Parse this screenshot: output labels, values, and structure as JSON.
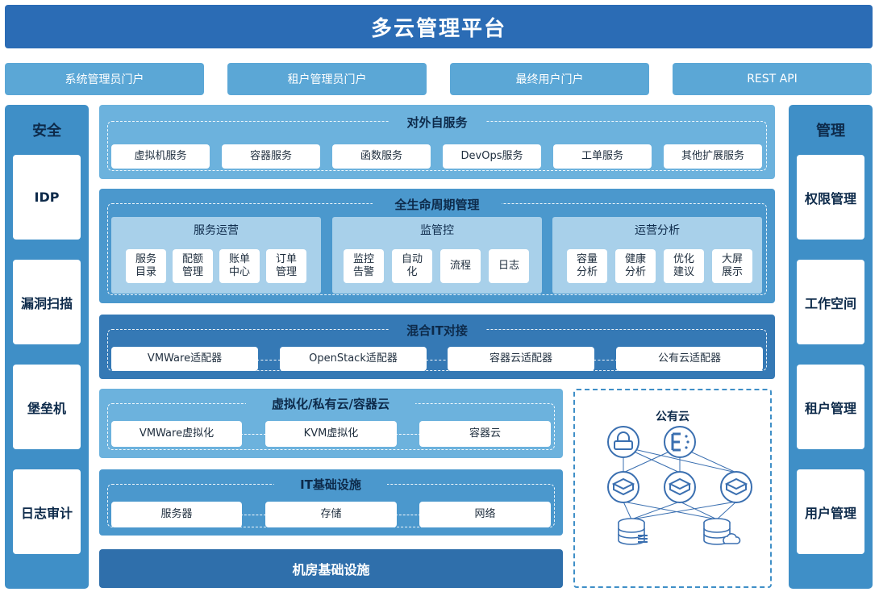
{
  "title": "多云管理平台",
  "portals": [
    "系统管理员门户",
    "租户管理员门户",
    "最终用户门户",
    "REST API"
  ],
  "left": {
    "title": "安全",
    "items": [
      "IDP",
      "漏洞扫描",
      "堡垒机",
      "日志审计"
    ]
  },
  "right": {
    "title": "管理",
    "items": [
      "权限管理",
      "工作空间",
      "租户管理",
      "用户管理"
    ]
  },
  "self_service": {
    "title": "对外自服务",
    "items": [
      "虚拟机服务",
      "容器服务",
      "函数服务",
      "DevOps服务",
      "工单服务",
      "其他扩展服务"
    ]
  },
  "lifecycle": {
    "title": "全生命周期管理",
    "groups": [
      {
        "title": "服务运营",
        "items": [
          "服务\n目录",
          "配额\n管理",
          "账单\n中心",
          "订单\n管理"
        ]
      },
      {
        "title": "监管控",
        "items": [
          "监控\n告警",
          "自动\n化",
          "流程",
          "日志"
        ]
      },
      {
        "title": "运营分析",
        "items": [
          "容量\n分析",
          "健康\n分析",
          "优化\n建议",
          "大屏\n展示"
        ]
      }
    ]
  },
  "hybrid": {
    "title": "混合IT对接",
    "items": [
      "VMWare适配器",
      "OpenStack适配器",
      "容器云适配器",
      "公有云适配器"
    ]
  },
  "virtual": {
    "title": "虚拟化/私有云/容器云",
    "items": [
      "VMWare虚拟化",
      "KVM虚拟化",
      "容器云"
    ]
  },
  "infra": {
    "title": "IT基础设施",
    "items": [
      "服务器",
      "存储",
      "网络"
    ]
  },
  "datacenter": {
    "title": "机房基础设施"
  },
  "public_cloud": {
    "title": "公有云"
  },
  "colors": {
    "header": "#2b6cb5",
    "portal": "#5ba7d6",
    "side": "#3f8fc7",
    "light_panel": "#6cb2dd",
    "mid_panel": "#4b98cd",
    "dark_panel": "#3579b5",
    "sub_panel": "#a8d0ea"
  }
}
